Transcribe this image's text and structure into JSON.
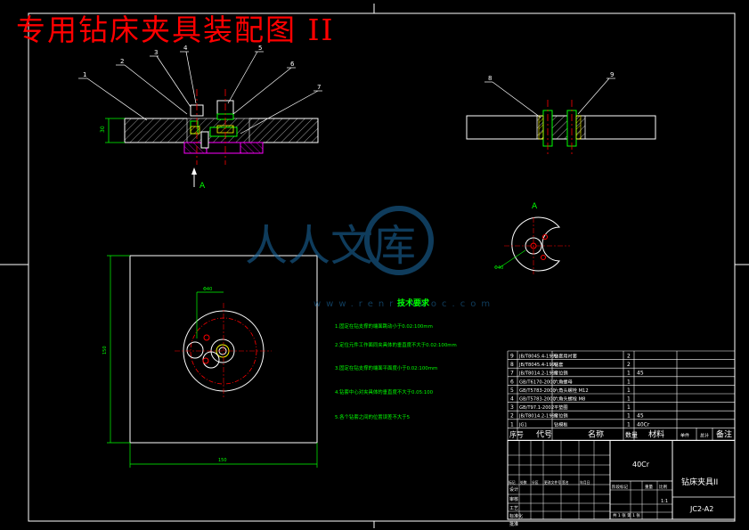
{
  "title": "专用钻床夹具装配图 II",
  "watermark": {
    "brand": "人人文库",
    "url": "www.renrendoc.com"
  },
  "view_label": "A",
  "colors": {
    "background": "#000000",
    "red": "#ff0000",
    "green": "#00ff00",
    "yellow": "#ffff00",
    "magenta": "#ff00ff",
    "white": "#ffffff",
    "cyan": "#00ffff"
  },
  "balloons_left": [
    "1",
    "2",
    "3",
    "4",
    "5",
    "6",
    "7"
  ],
  "balloons_right": [
    "8",
    "9"
  ],
  "dims": {
    "thickness": "30",
    "width": "150",
    "height": "150",
    "hole": "Φ40"
  },
  "tech": {
    "heading": "技术要求",
    "items": [
      "1.固定在钻支撑的端面跳动小于0.02:100mm",
      "2.定位元件工作面同夹具体的垂直度不大于0.02:100mm",
      "3.固定在钻支撑的端面平面度小于0.02:100mm",
      "4.钻套中心对夹具体的垂直度不大于0.05:100",
      "5.各个钻套之间的位置误差不大于5"
    ]
  },
  "bom": {
    "rows": [
      [
        "9",
        "JB/T8045.4-1999",
        "钻套用衬套",
        "2",
        "",
        ""
      ],
      [
        "8",
        "JB/T8045.4-1999",
        "钻套",
        "2",
        "",
        ""
      ],
      [
        "7",
        "JB/T8014.2-1999",
        "定位销",
        "1",
        "45",
        ""
      ],
      [
        "6",
        "GB/T6170-2000",
        "六角螺母",
        "1",
        "",
        ""
      ],
      [
        "5",
        "GB/T5783-2000",
        "六角头螺栓 M12",
        "1",
        "",
        ""
      ],
      [
        "4",
        "GB/T5783-2000",
        "六角头螺栓 M8",
        "1",
        "",
        ""
      ],
      [
        "3",
        "GB/T97.1-2002",
        "平垫圈",
        "1",
        "",
        ""
      ],
      [
        "2",
        "JB/T8014.2-1999",
        "定位销",
        "1",
        "45",
        ""
      ],
      [
        "1",
        "JG1",
        "钻模板",
        "1",
        "40Cr",
        ""
      ]
    ],
    "header": [
      "序号",
      "代号",
      "名称",
      "数量",
      "材料",
      "单件",
      "总计",
      "备注"
    ],
    "material": "40Cr",
    "drawing_name": "钻床夹具II",
    "drawing_no": "JC2-A2",
    "scale": "1:1",
    "sign_labels": [
      "标记",
      "处数",
      "分区",
      "更改文件号",
      "签名",
      "年月日"
    ],
    "role_labels": [
      "设计",
      "审核",
      "工艺",
      "标准化",
      "批准"
    ],
    "stage_labels": [
      "阶段标记",
      "重量",
      "比例"
    ],
    "sheet_text": "共 1 张  第 1 张"
  }
}
